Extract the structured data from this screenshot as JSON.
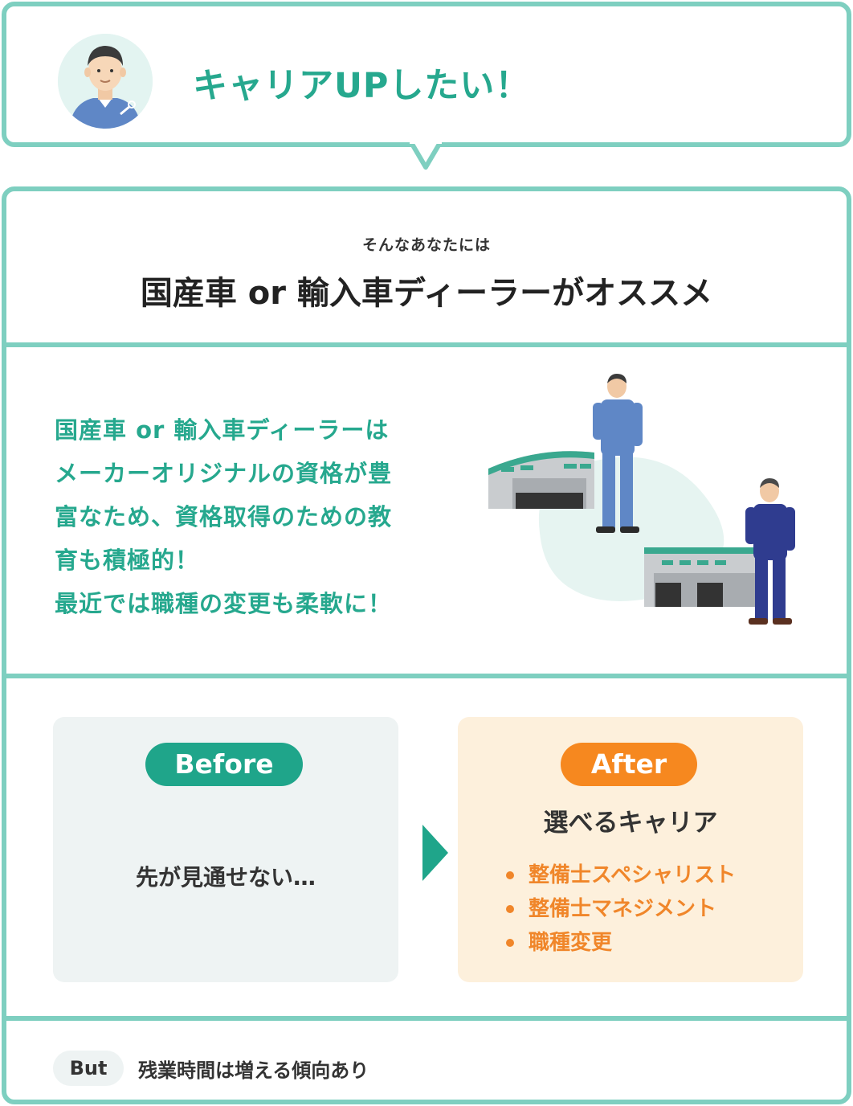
{
  "colors": {
    "accent_green": "#26a88e",
    "border_teal": "#7ecfc0",
    "accent_orange": "#f6881f"
  },
  "bubble": {
    "avatar_icon": "mechanic-avatar-icon",
    "text": "キャリアUPしたい！"
  },
  "heading": {
    "ruby": "そんなあなたには",
    "title": "国産車 or 輸入車ディーラーがオススメ"
  },
  "description": {
    "lines": [
      "国産車 or 輸入車ディーラーは",
      "メーカーオリジナルの資格が豊",
      "富なため、資格取得のための教",
      "育も積極的！",
      "最近では職種の変更も柔軟に！"
    ]
  },
  "before": {
    "label": "Before",
    "text": "先が見通せない…"
  },
  "after": {
    "label": "After",
    "title": "選べるキャリア",
    "items": [
      "整備士スペシャリスト",
      "整備士マネジメント",
      "職種変更"
    ]
  },
  "footer": {
    "badge": "But",
    "text": "残業時間は増える傾向あり"
  }
}
